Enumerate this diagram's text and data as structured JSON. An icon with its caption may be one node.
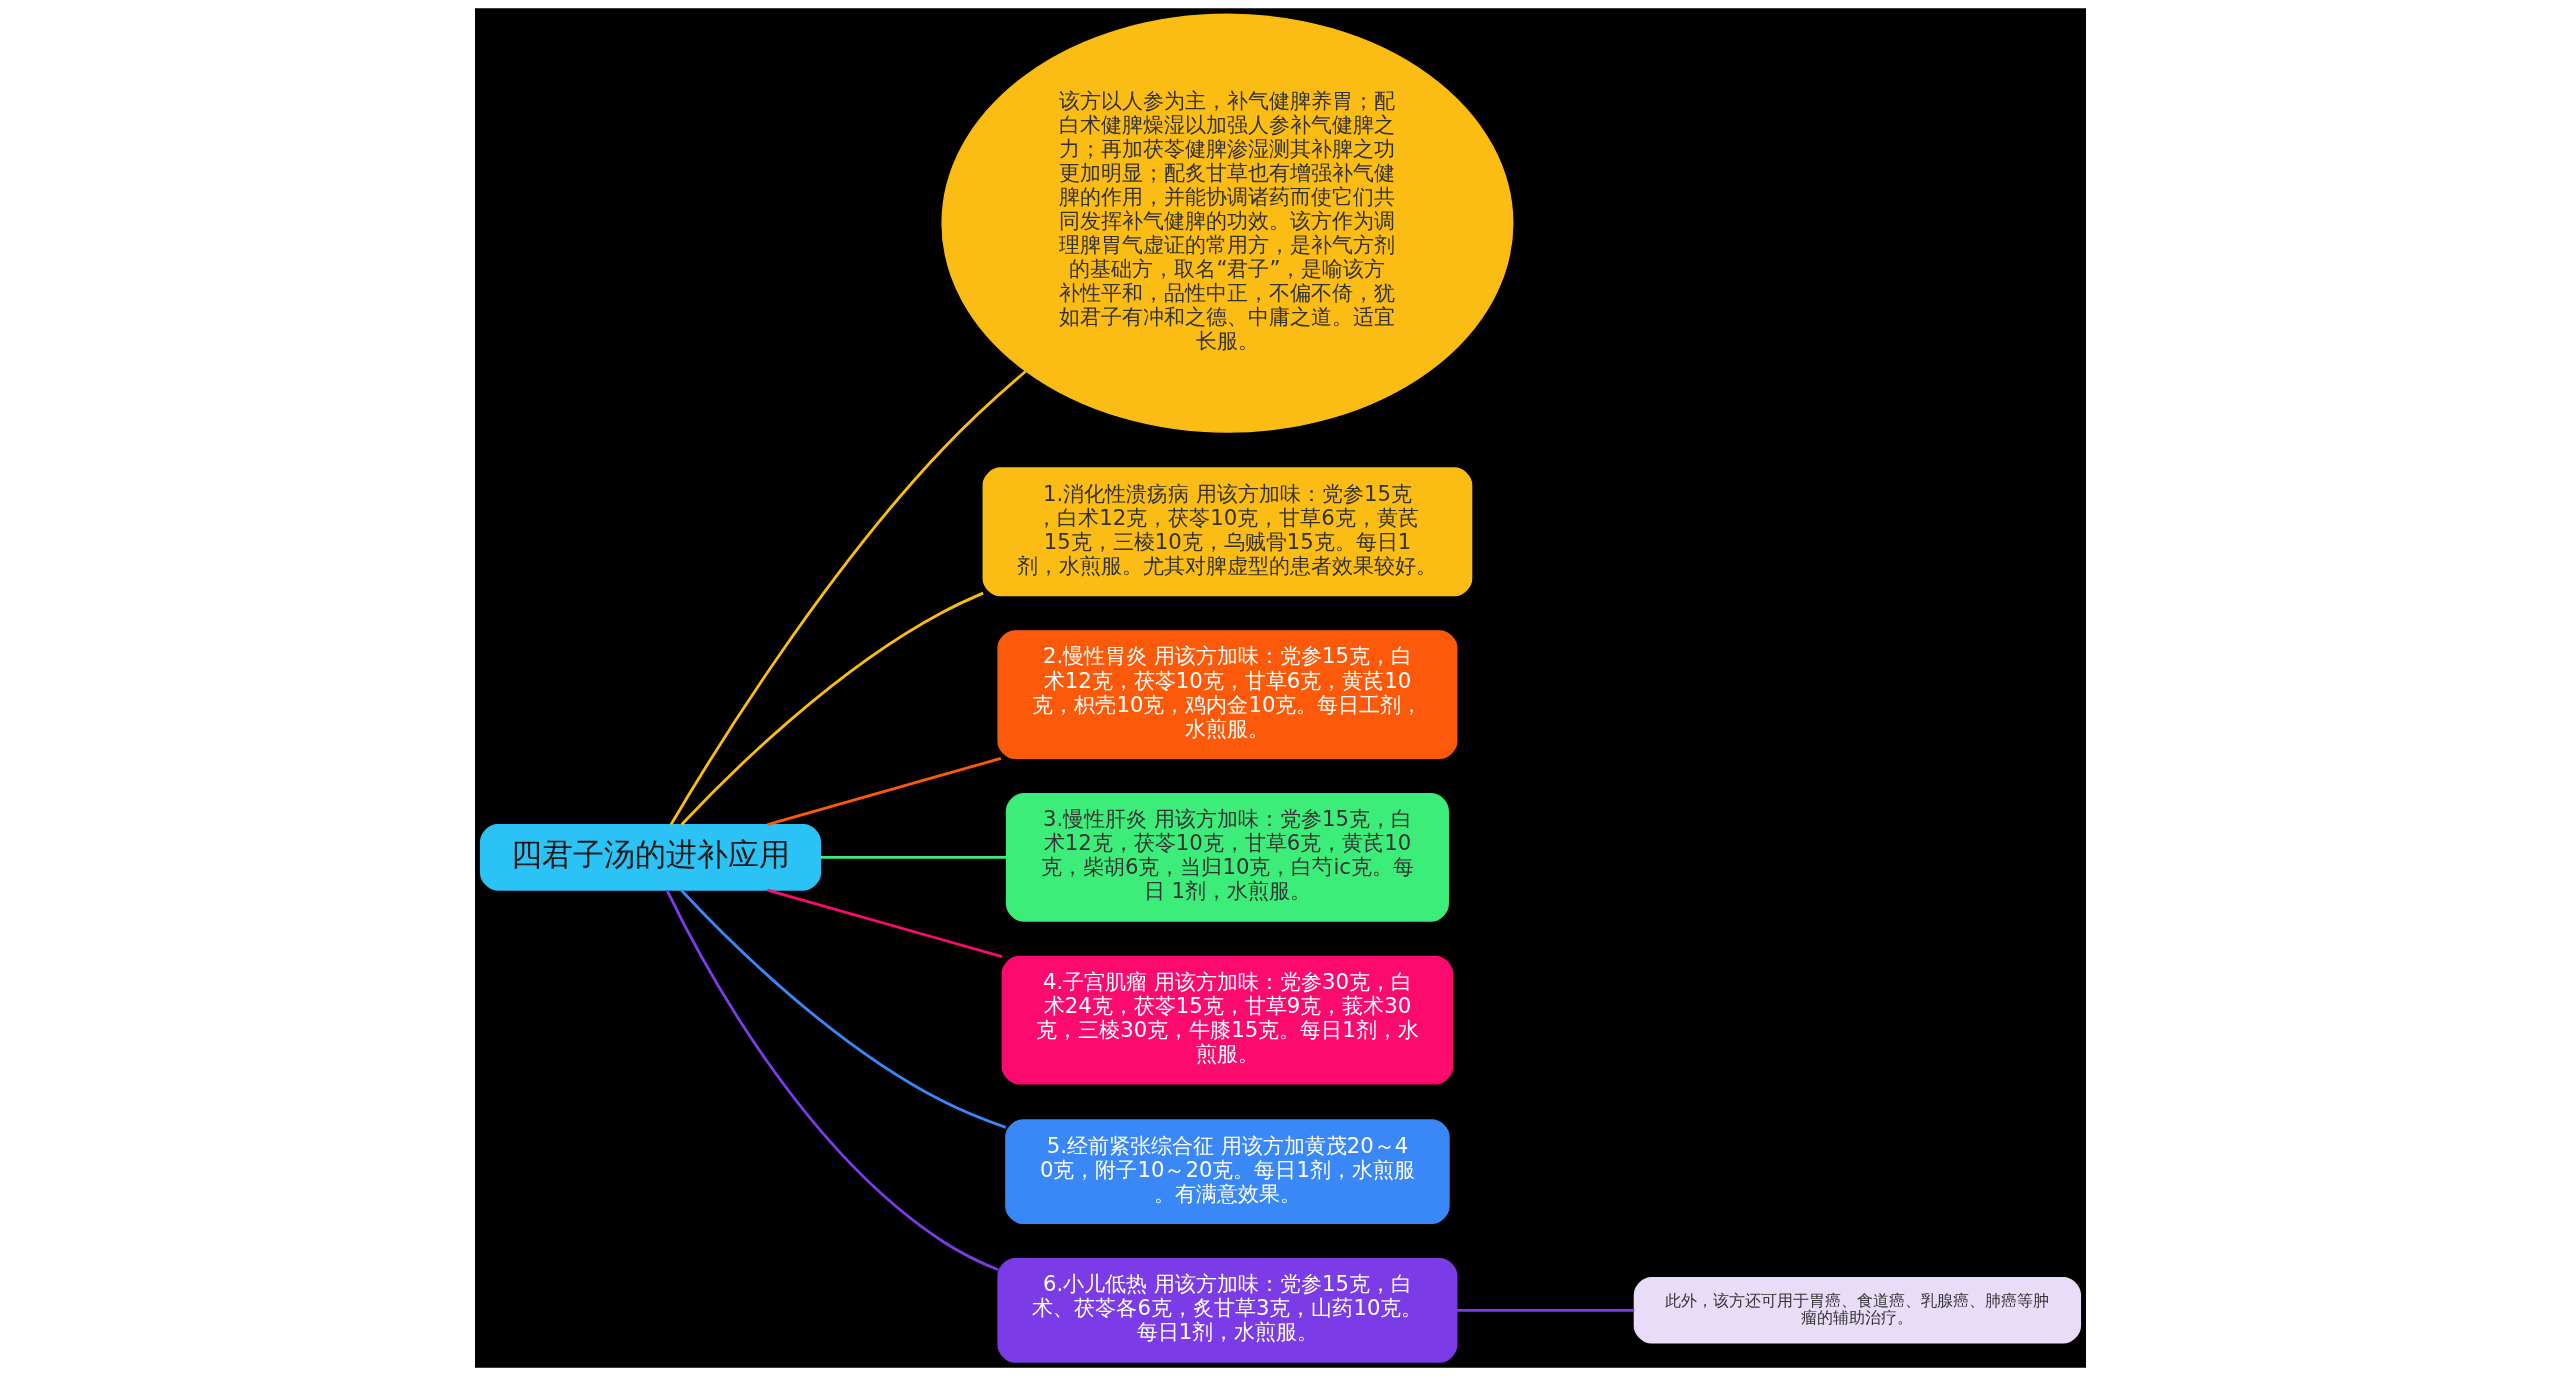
{
  "diagram": {
    "nodes": [
      {
        "text": [
          "四君子汤的进补应用"
        ]
      },
      {
        "text": [
          "该方以人参为主，补气健脾养胃；配白术健脾燥湿以加强人参补气健脾之力；再加茯苓健脾渗湿测其补脾之功更加明显；配炙甘草也有增强补气健脾的作用，并能协调诸药而使它们共同发挥补气健脾的功效。该方作为调理脾胃气虚证的常用方，是补气方剂的基础方，取名“君子”，是喻该方补性平和，品性中正，不偏不倚，犹如君子有冲和之德、中庸之道。适宜长服。"
        ]
      },
      {
        "text": [
          "1.消化性溃疡病 用该方加味：党参15克，白术12克，茯苓10克，甘草6克，黄芪15克，三棱10克，乌贼骨15克。每日1剂，水煎服。尤其对脾虚型的患者效果较好。"
        ]
      },
      {
        "text": [
          "2.慢性胃炎 用该方加味：党参15克，白术12克，茯苓10克，甘草6克，黄芪10克，枳壳10克，鸡内金10克。每日工剂，水煎服。"
        ]
      },
      {
        "text": [
          "3.慢性肝炎 用该方加味：党参15克，白术12克，茯苓10克，甘草6克，黄芪10克，柴胡6克，当归10克，白芍ic克。每日 1剂，水煎服。"
        ]
      },
      {
        "text": [
          "4.子宫肌瘤 用该方加味：党参30克，白术24克，茯苓15克，甘草9克，莪术30克，三棱30克，牛膝15克。每日1剂，水煎服。"
        ]
      },
      {
        "text": [
          "5.经前紧张综合征 用该方加黄茂20～40克，附子10～20克。每日1剂，水煎服。有满意效果。"
        ]
      },
      {
        "text": [
          "6.小儿低热 用该方加味：党参15克，白术、茯苓各6克，炙甘草3克，山药10克。每日1剂，水煎服。"
        ]
      },
      {
        "text": [
          "此外，该方还可用于胃癌、食道癌、乳腺癌、肺癌等肿瘤的辅助治疗。"
        ]
      }
    ],
    "edges": [
      {
        "from": 0,
        "to": 1,
        "arrow": "none",
        "color": "#fbbc13"
      },
      {
        "from": 0,
        "to": 2,
        "arrow": "none",
        "color": "#fbbc13"
      },
      {
        "from": 0,
        "to": 3,
        "arrow": "none",
        "color": "#fc5a0a"
      },
      {
        "from": 0,
        "to": 4,
        "arrow": "none",
        "color": "#3ded7a"
      },
      {
        "from": 0,
        "to": 5,
        "arrow": "none",
        "color": "#fc0a6e"
      },
      {
        "from": 0,
        "to": 6,
        "arrow": "none",
        "color": "#3a88f7"
      },
      {
        "from": 0,
        "to": 7,
        "arrow": "none",
        "color": "#7b3be6"
      },
      {
        "from": 7,
        "to": 8,
        "arrow": "none",
        "color": "#7b3be6"
      }
    ]
  }
}
